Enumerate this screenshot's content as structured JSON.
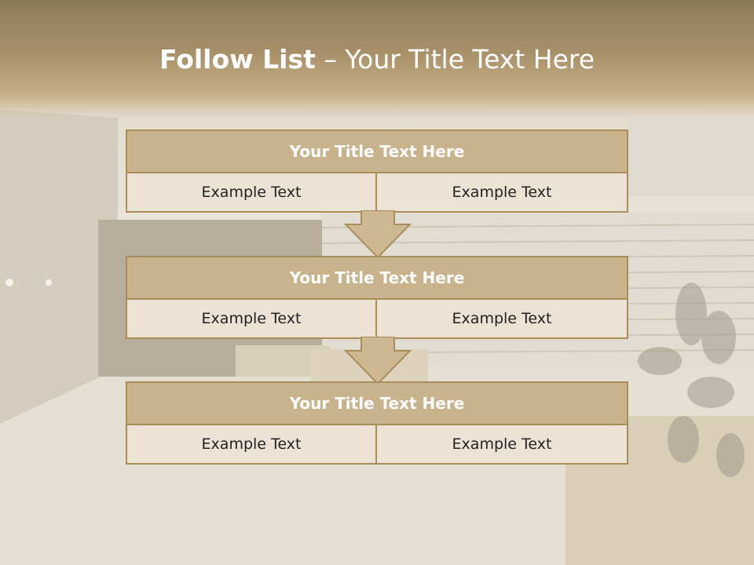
{
  "title": {
    "bold": "Follow List",
    "rest": " – Your Title Text Here"
  },
  "steps": [
    {
      "header": "Your Title Text Here",
      "left": "Example Text",
      "right": "Example Text"
    },
    {
      "header": "Your Title Text Here",
      "left": "Example Text",
      "right": "Example Text"
    },
    {
      "header": "Your Title Text Here",
      "left": "Example Text",
      "right": "Example Text"
    }
  ],
  "colors": {
    "header_band": "#a89069",
    "box_title_fill": "#c8b38d",
    "box_border": "#a98e5c",
    "cell_fill": "#ece3d5",
    "arrow_fill": "#cdb892"
  }
}
